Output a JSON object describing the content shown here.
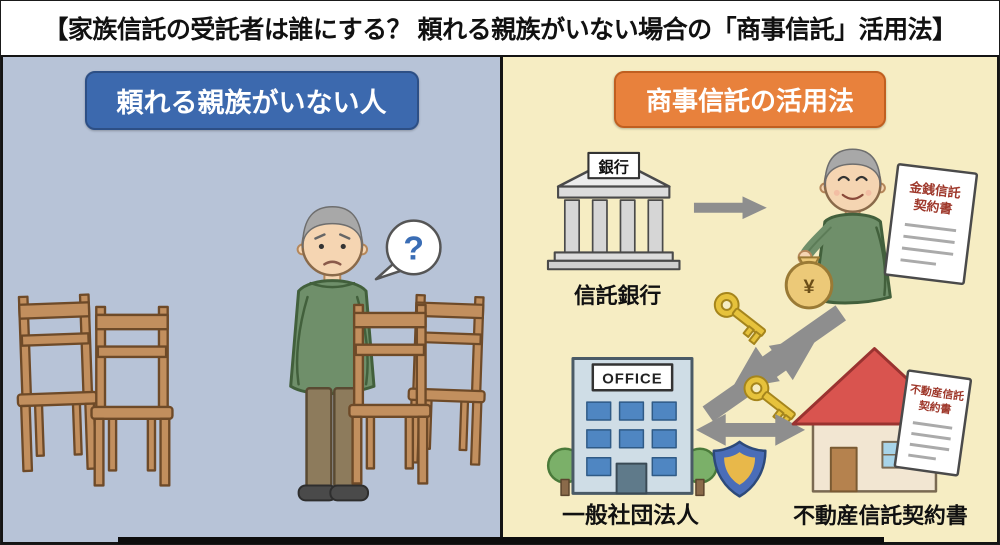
{
  "title": "【家族信託の受託者は誰にする？ 頼れる親族がいない場合の「商事信託」活用法】",
  "left_panel": {
    "badge": "頼れる親族がいない人",
    "question_mark": "?"
  },
  "right_panel": {
    "badge": "商事信託の活用法",
    "bank": {
      "sign": "銀行",
      "label": "信託銀行"
    },
    "money_bag_symbol": "¥",
    "money_doc": {
      "line1": "金銭信託",
      "line2": "契約書"
    },
    "office": {
      "sign": "OFFICE",
      "label": "一般社団法人"
    },
    "house_doc": {
      "line1": "不動産信託",
      "line2": "契約書"
    },
    "house_label": "不動産信託契約書"
  },
  "colors": {
    "left_panel_bg": "#b7c3d7",
    "right_panel_bg": "#f6edc3",
    "left_badge_bg": "#3c69ae",
    "right_badge_bg": "#e8813c",
    "arrow_gray": "#8e8e8e",
    "key_gold": "#e6c23c",
    "house_roof_red": "#d9544f",
    "sweater_green": "#6f8f6a"
  }
}
